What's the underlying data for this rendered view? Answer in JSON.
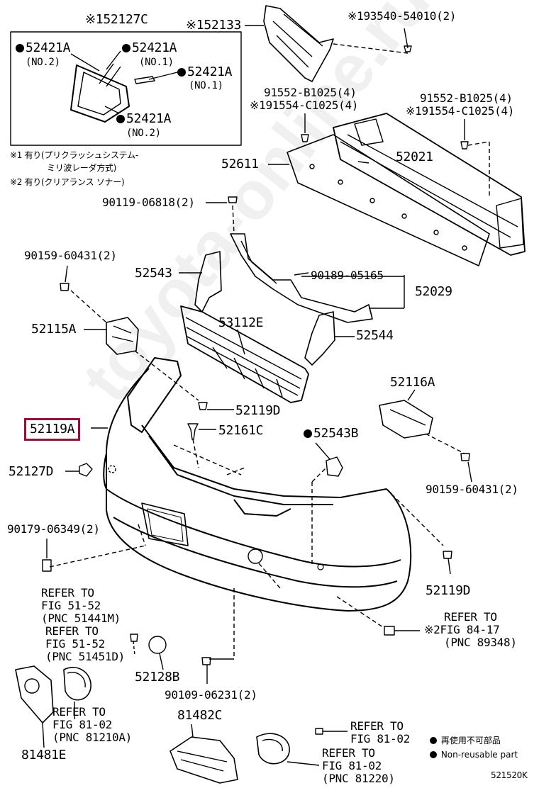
{
  "watermark": "toyota-online.ru",
  "inset": {
    "part": "52127C",
    "items": [
      {
        "part": "52421A",
        "note": "(NO.2)"
      },
      {
        "part": "52421A",
        "note": "(NO.1)"
      },
      {
        "part": "52421A",
        "note": "(NO.1)"
      },
      {
        "part": "52421A",
        "note": "(NO.2)"
      }
    ]
  },
  "notes": [
    "※1 有り(プリクラッシュシステム-",
    "ミリ波レーダ方式)",
    "※2 有り(クリアランス ソナー)"
  ],
  "labels": {
    "p52133": "52133",
    "p93540": "93540-54010(2)",
    "p91552a": "91552-B1025(4)",
    "p91554a": "91554-C1025(4)",
    "p91552b": "91552-B1025(4)",
    "p91554b": "91554-C1025(4)",
    "p52611": "52611",
    "p52021": "52021",
    "p90119": "90119-06818(2)",
    "p90159a": "90159-60431(2)",
    "p52543": "52543",
    "p90189": "90189-05165",
    "p52029": "52029",
    "p52115A": "52115A",
    "p53112E": "53112E",
    "p52544": "52544",
    "p52116A": "52116A",
    "p52119D_top": "52119D",
    "p52119A": "52119A",
    "p52161C": "52161C",
    "p52543B": "52543B",
    "p52127D": "52127D",
    "p90159b": "90159-60431(2)",
    "p90179": "90179-06349(2)",
    "p52119D_bot": "52119D",
    "p52128B": "52128B",
    "p90109": "90109-06231(2)",
    "p81482C": "81482C",
    "p81481E": "81481E"
  },
  "marks": {
    "ref1": "※1",
    "ref2": "※2"
  },
  "refs": [
    {
      "line1": "REFER TO",
      "line2": "FIG 51-52",
      "line3": "(PNC 51441M)"
    },
    {
      "line1": "REFER TO",
      "line2": "FIG 51-52",
      "line3": "(PNC 51451D)"
    },
    {
      "line1": "REFER TO",
      "line2": "FIG 84-17",
      "line3": "(PNC 89348)"
    },
    {
      "line1": "REFER TO",
      "line2": "FIG 81-02",
      "line3": "(PNC 81210A)"
    },
    {
      "line1": "REFER TO",
      "line2": "FIG 81-02",
      "line3": ""
    },
    {
      "line1": "REFER TO",
      "line2": "FIG 81-02",
      "line3": "(PNC 81220)"
    }
  ],
  "legend": {
    "jp": "再使用不可部品",
    "en": "Non-reusable part"
  },
  "figure_code": "521520K",
  "colors": {
    "highlight": "#8a1538",
    "ink": "#000000"
  }
}
